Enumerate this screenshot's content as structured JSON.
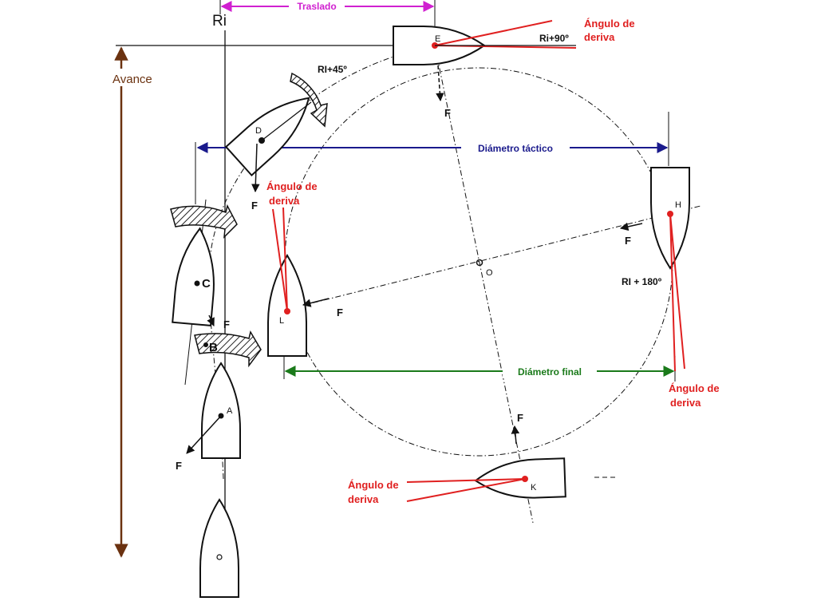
{
  "labels": {
    "ri": "Ri",
    "traslado": "Traslado",
    "avance": "Avance",
    "ri_45": "RI+45º",
    "ri_90": "Ri+90º",
    "ri_180": "RI + 180º",
    "diametro_tactico": "Diámetro táctico",
    "diametro_final": "Diámetro final",
    "angulo_line1": "Ángulo de",
    "angulo_line2": "deriva",
    "force": "F"
  },
  "points": {
    "a": "A",
    "b": "B",
    "c": "C",
    "d": "D",
    "e": "E",
    "h": "H",
    "k": "K",
    "l": "L",
    "o": "O"
  },
  "colors": {
    "drift_angle": "#e02020",
    "traslado": "#d020d0",
    "tactical_diameter": "#1a1a8c",
    "final_diameter": "#1a7a1a",
    "avance": "#6b3210",
    "lines": "#111111"
  }
}
